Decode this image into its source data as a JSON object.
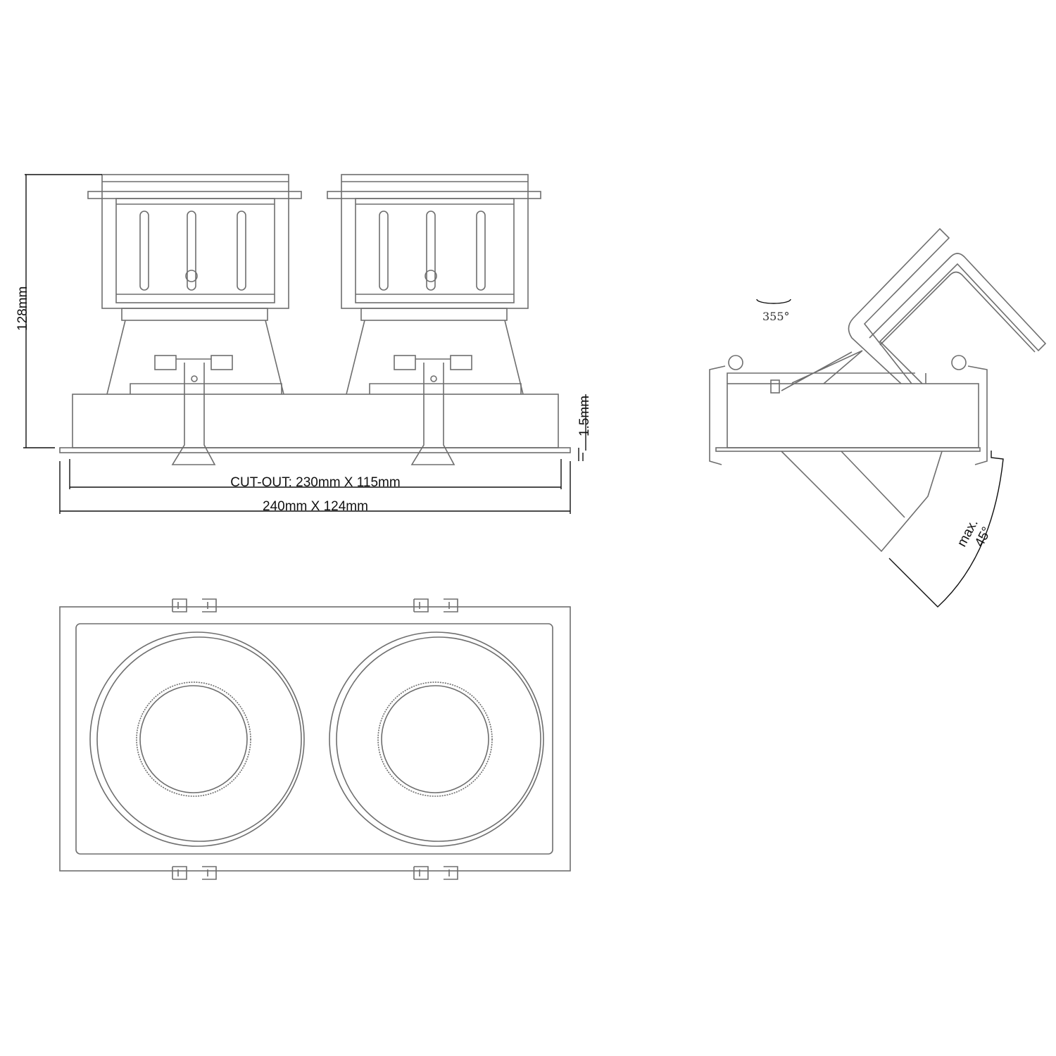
{
  "dimensions": {
    "height": "128mm",
    "flange": "1.5mm",
    "cutout": "CUT-OUT: 230mm X 115mm",
    "overall": "240mm X 124mm",
    "rotation": "355°",
    "tilt_label": "max.",
    "tilt_value": "45°"
  },
  "colors": {
    "line": "#6e6e6e",
    "dimension": "#111111"
  }
}
